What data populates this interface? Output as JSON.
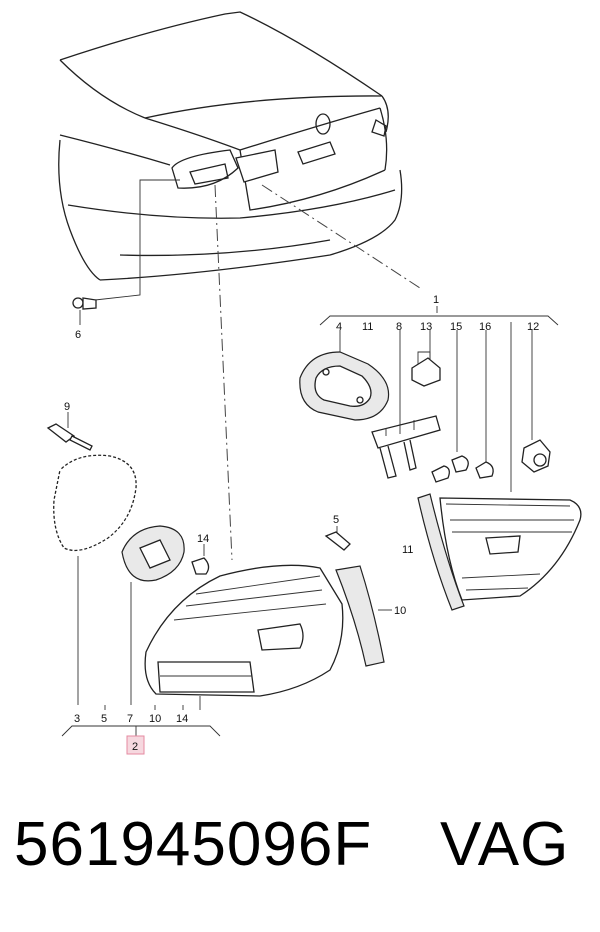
{
  "callouts": {
    "c1": "1",
    "c2": "2",
    "c3": "3",
    "c4": "4",
    "c5a": "5",
    "c5b": "5",
    "c6": "6",
    "c7": "7",
    "c8": "8",
    "c9": "9",
    "c10a": "10",
    "c10b": "10",
    "c11a": "11",
    "c11b": "11",
    "c12": "12",
    "c13": "13",
    "c14a": "14",
    "c14b": "14",
    "c15": "15",
    "c16": "16"
  },
  "footer": {
    "part_number": "561945096F",
    "brand": "VAG"
  },
  "colors": {
    "highlight": "#f6d8df",
    "line": "#222222"
  }
}
